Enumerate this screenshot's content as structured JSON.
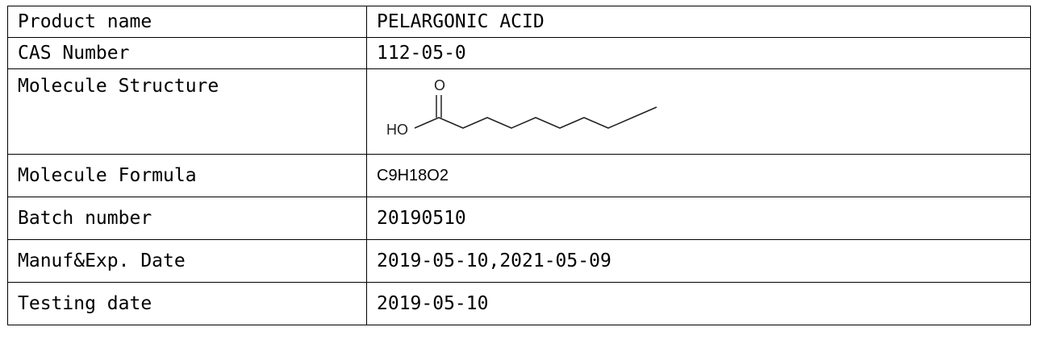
{
  "rows": [
    {
      "label": "Product name",
      "value": "PELARGONIC ACID"
    },
    {
      "label": "CAS Number",
      "value": "112-05-0"
    },
    {
      "label": "Molecule Structure",
      "structure": {
        "oxygen": "O",
        "hydroxyl": "HO"
      }
    },
    {
      "label": "Molecule Formula",
      "value": "C9H18O2"
    },
    {
      "label": "Batch number",
      "value": "20190510"
    },
    {
      "label": "Manuf&Exp. Date",
      "value": "2019-05-10,2021-05-09"
    },
    {
      "label": "Testing date",
      "value": "2019-05-10"
    }
  ]
}
